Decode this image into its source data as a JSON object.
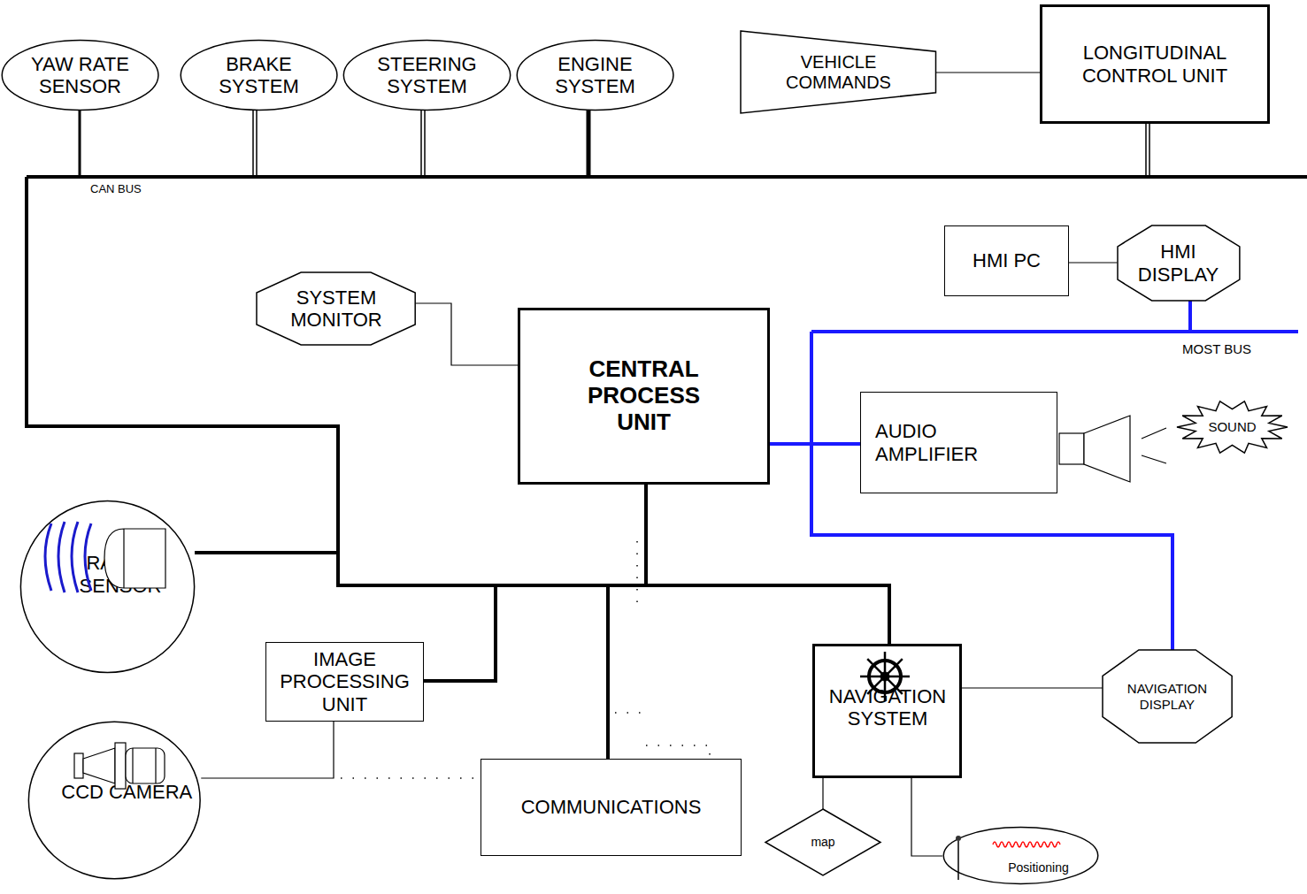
{
  "diagram": {
    "nodes": [
      {
        "text": [
          "YAW RATE SENSOR"
        ]
      },
      {
        "text": [
          "BRAKE SYSTEM"
        ]
      },
      {
        "text": [
          "STEERING SYSTEM"
        ]
      },
      {
        "text": [
          "ENGINE SYSTEM"
        ]
      },
      {
        "text": [
          "VEHICLE COMMANDS"
        ]
      },
      {
        "text": [
          "LONGITUDINAL CONTROL UNIT"
        ]
      },
      {
        "text": [
          "HMI PC"
        ]
      },
      {
        "text": [
          "HMI DISPLAY"
        ]
      },
      {
        "text": [
          "SYSTEM MONITOR"
        ]
      },
      {
        "text": [
          "CENTRAL PROCESS UNIT"
        ]
      },
      {
        "text": [
          "AUDIO AMPLIFIER"
        ]
      },
      {
        "text": [
          "SOUND"
        ]
      },
      {
        "text": [
          "RADAR SENSOR"
        ]
      },
      {
        "text": [
          "IMAGE PROCESSING UNIT"
        ]
      },
      {
        "text": [
          "NAVIGATION SYSTEM"
        ]
      },
      {
        "text": [
          "NAVIGATION DISPLAY"
        ]
      },
      {
        "text": [
          "CCD CAMERA"
        ]
      },
      {
        "text": [
          "COMMUNICATIONS"
        ]
      },
      {
        "text": [
          "map"
        ]
      },
      {
        "text": [
          "Positioning"
        ]
      }
    ],
    "edges": [
      {
        "from": 4,
        "to": 5,
        "arrow": "none"
      },
      {
        "from": 6,
        "to": 7,
        "arrow": "none"
      },
      {
        "from": 8,
        "to": 9,
        "arrow": "none"
      },
      {
        "from": 16,
        "to": 13,
        "arrow": "none"
      },
      {
        "from": 14,
        "to": 15,
        "arrow": "none"
      },
      {
        "from": 14,
        "to": 18,
        "arrow": "none"
      },
      {
        "from": 14,
        "to": 19,
        "arrow": "none"
      }
    ],
    "labels": [
      "CAN BUS",
      "MOST BUS"
    ]
  }
}
